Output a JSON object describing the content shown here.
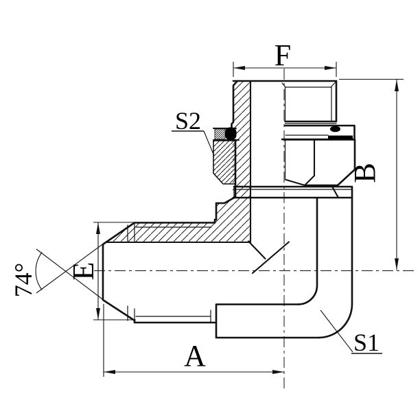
{
  "drawing": {
    "dimension_labels": {
      "f": "F",
      "b": "B",
      "e": "E",
      "a": "A"
    },
    "angle_label": "74°",
    "wrench_labels": {
      "s1": "S1",
      "s2": "S2"
    },
    "colors": {
      "line": "#111111",
      "background": "#ffffff",
      "seal_fill": "#000000"
    }
  }
}
